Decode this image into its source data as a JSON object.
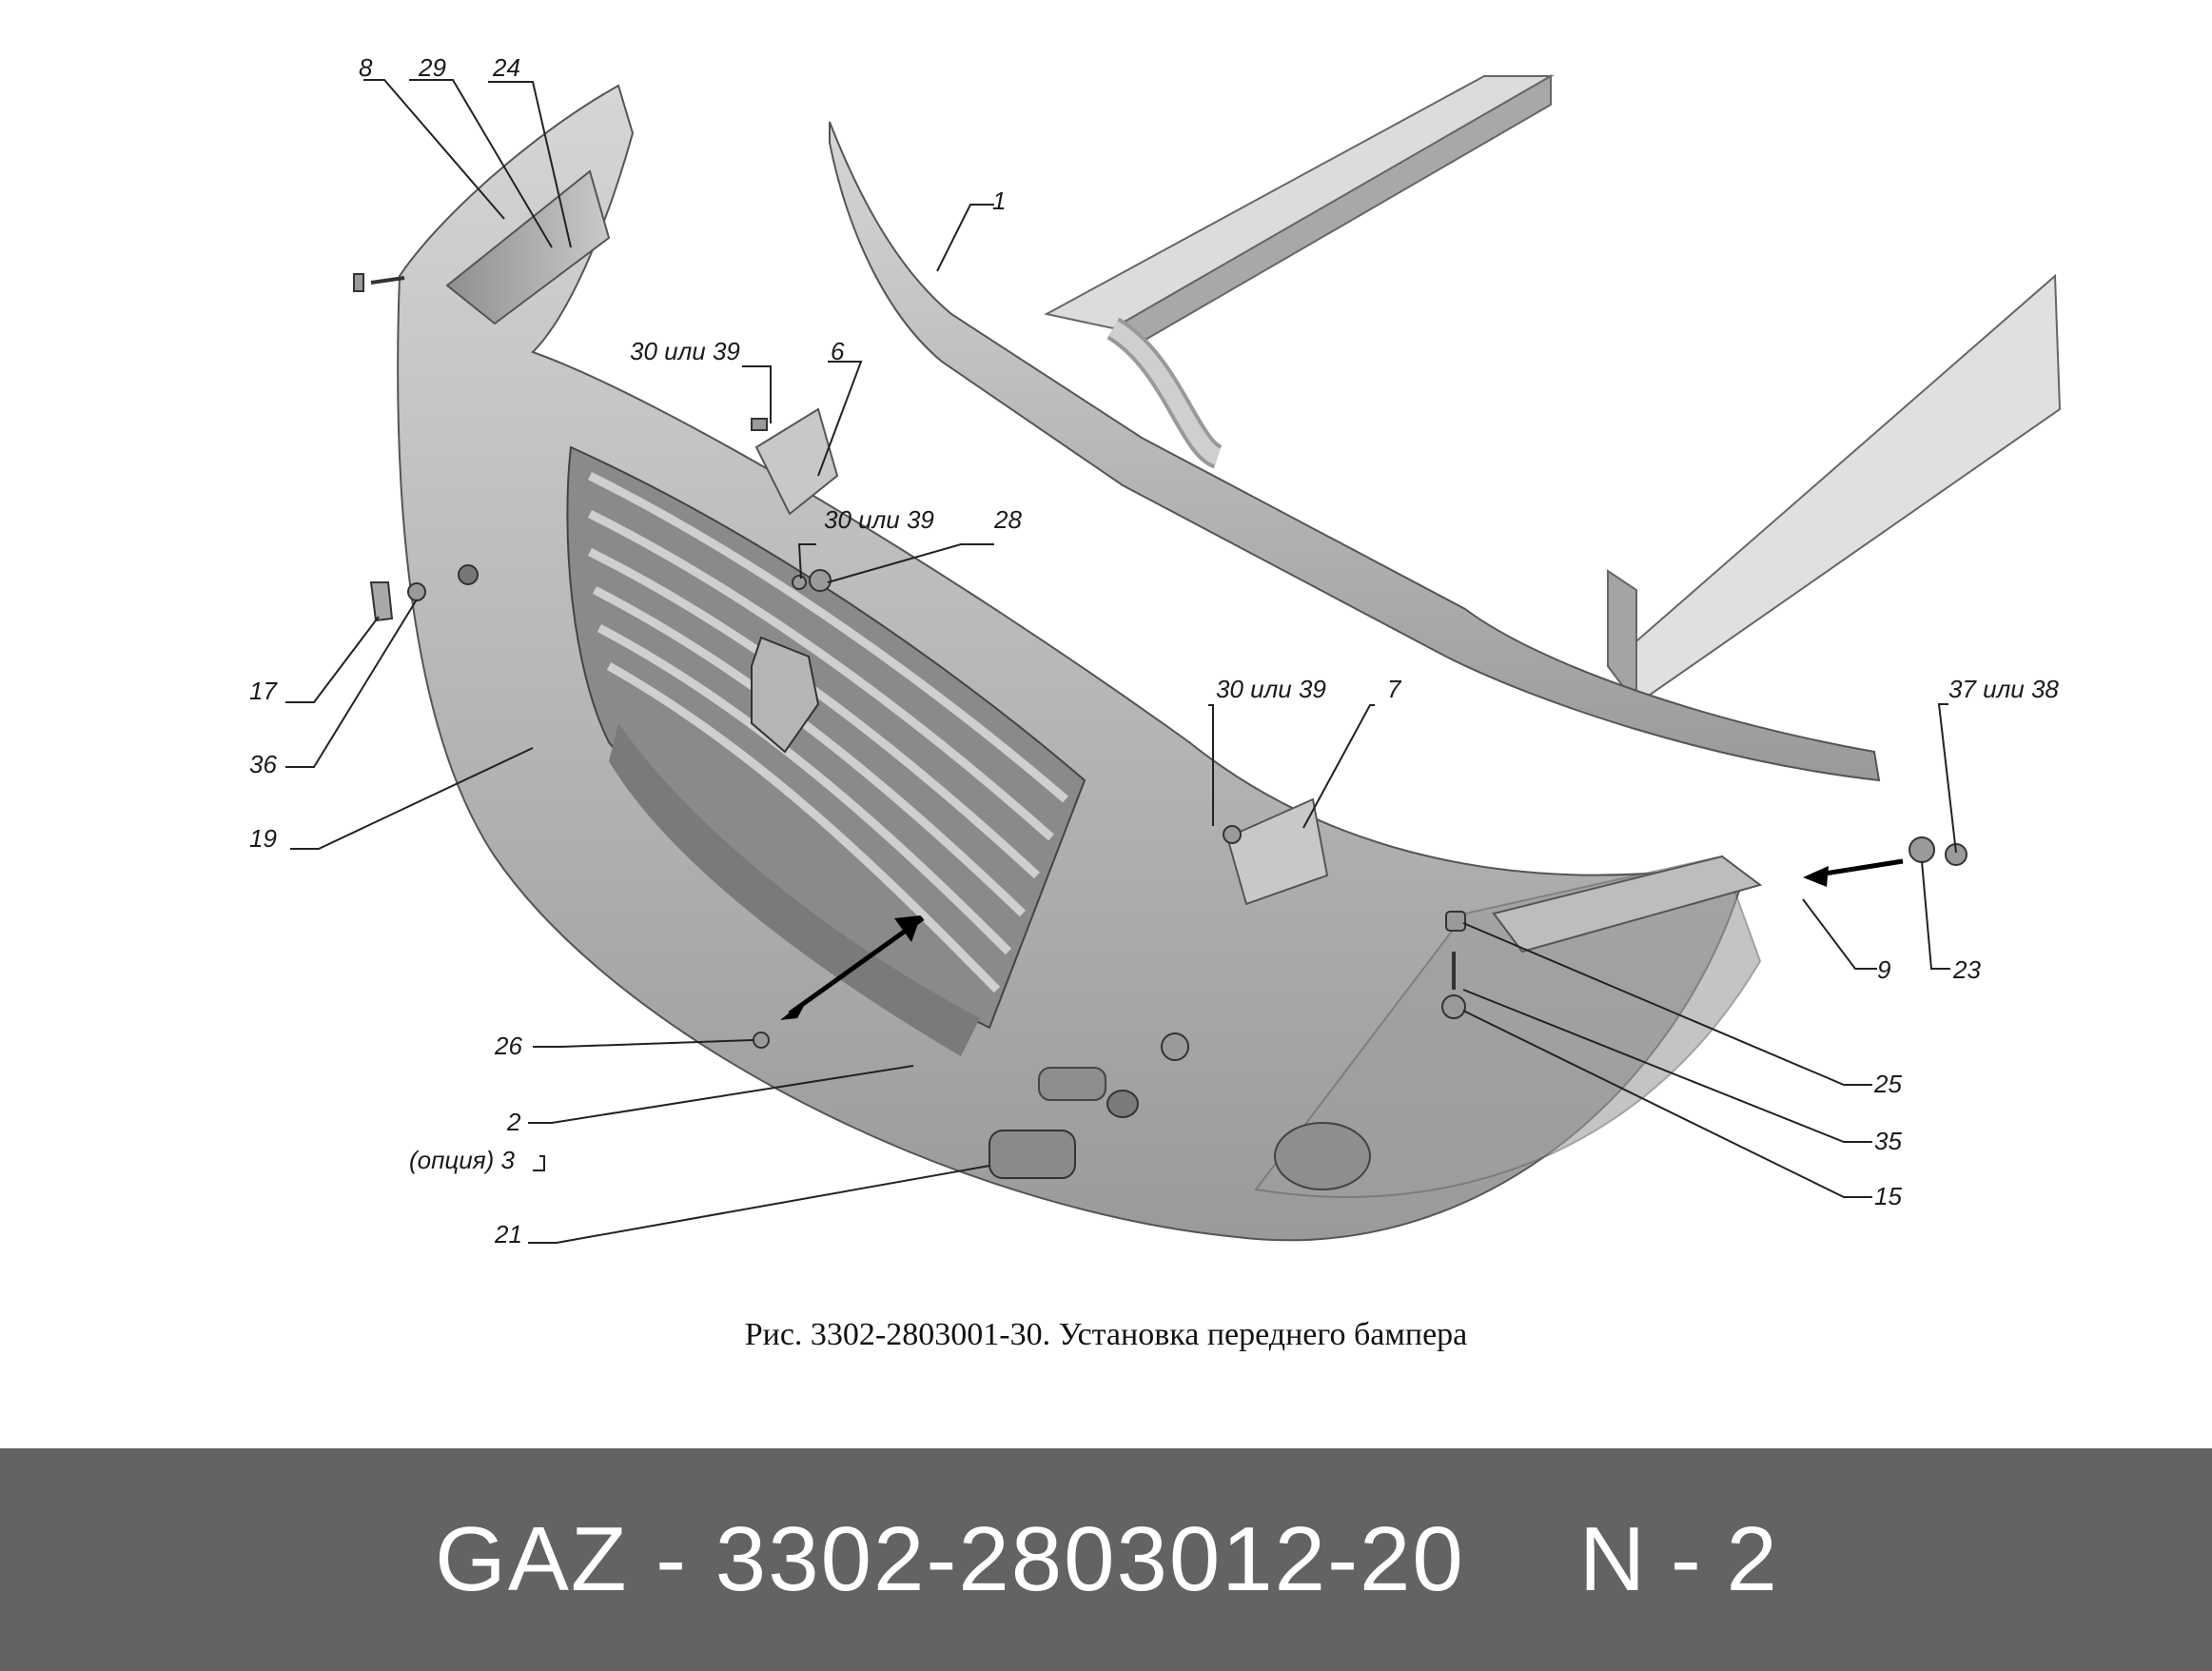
{
  "figure": {
    "caption": "Рис. 3302-2803001-30. Установка переднего бампера",
    "callouts": [
      {
        "id": "c8",
        "text": "8"
      },
      {
        "id": "c29",
        "text": "29"
      },
      {
        "id": "c24",
        "text": "24"
      },
      {
        "id": "c1",
        "text": "1"
      },
      {
        "id": "c30a",
        "text": "30 или 39"
      },
      {
        "id": "c6",
        "text": "6"
      },
      {
        "id": "c30b",
        "text": "30 или 39"
      },
      {
        "id": "c28",
        "text": "28"
      },
      {
        "id": "c17",
        "text": "17"
      },
      {
        "id": "c36",
        "text": "36"
      },
      {
        "id": "c19",
        "text": "19"
      },
      {
        "id": "c30c",
        "text": "30 или 39"
      },
      {
        "id": "c7",
        "text": "7"
      },
      {
        "id": "c37",
        "text": "37 или 38"
      },
      {
        "id": "c9",
        "text": "9"
      },
      {
        "id": "c23",
        "text": "23"
      },
      {
        "id": "c25",
        "text": "25"
      },
      {
        "id": "c35",
        "text": "35"
      },
      {
        "id": "c15",
        "text": "15"
      },
      {
        "id": "c26",
        "text": "26"
      },
      {
        "id": "c2",
        "text": "2"
      },
      {
        "id": "c3",
        "text": "(опция) 3"
      },
      {
        "id": "c21",
        "text": "21"
      }
    ]
  },
  "footer": {
    "part_number": "GAZ - 3302-2803012-20",
    "sku": "N - 2"
  },
  "colors": {
    "footer_bg": "#636363",
    "part_fill": "#b8b8b8",
    "part_stroke": "#555555"
  }
}
